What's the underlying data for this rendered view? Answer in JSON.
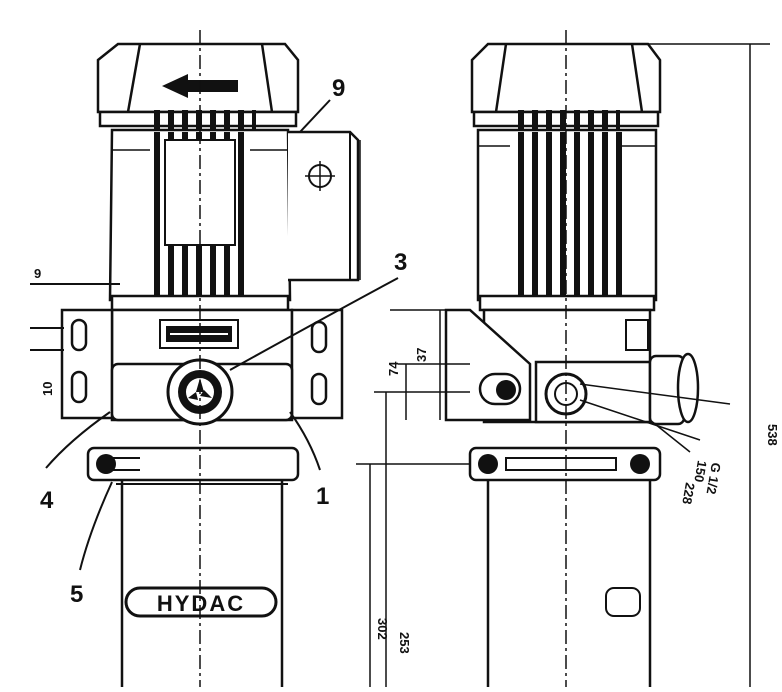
{
  "callouts": {
    "c1": "1",
    "c3": "3",
    "c4": "4",
    "c5": "5",
    "c9": "9"
  },
  "dimensions": {
    "d9": "9",
    "d10": "10",
    "d37": "37",
    "d74": "74",
    "d538": "538",
    "d302": "302",
    "d253": "253",
    "d150": "150",
    "d228": "228",
    "thread": "G 1/2"
  },
  "brand": "HYDAC"
}
